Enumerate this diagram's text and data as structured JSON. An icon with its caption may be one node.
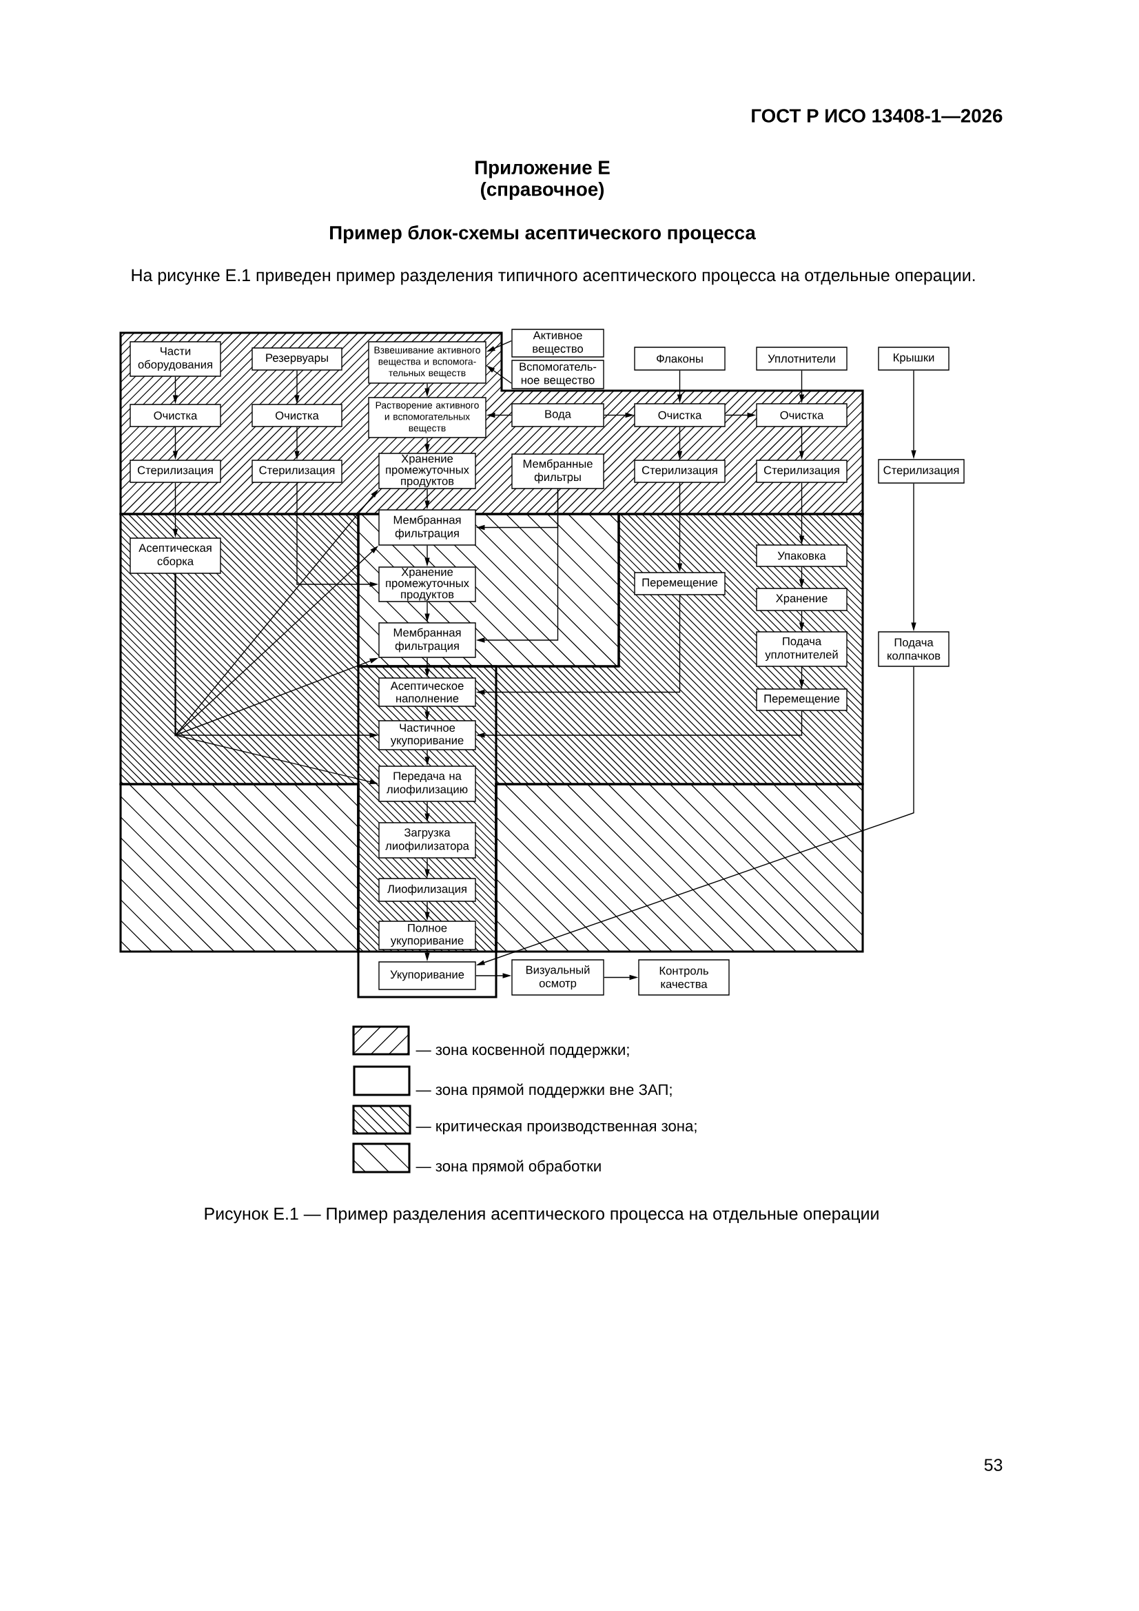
{
  "diagram": {
    "title": "Пример блок-схемы асептического процесса",
    "caption": "Рисунок Е.1 — Пример разделения асептического процесса на отдельные операции",
    "nodes": [
      {
        "text": [
          "Части оборудования"
        ]
      },
      {
        "text": [
          "Резервуары"
        ]
      },
      {
        "text": [
          "Взвешивание активного вещества и вспомога- тельных веществ"
        ]
      },
      {
        "text": [
          "Активное вещество"
        ]
      },
      {
        "text": [
          "Вспомогатель- ное вещество"
        ]
      },
      {
        "text": [
          "Флаконы"
        ]
      },
      {
        "text": [
          "Уплотнители"
        ]
      },
      {
        "text": [
          "Крышки"
        ]
      },
      {
        "text": [
          "Очистка"
        ]
      },
      {
        "text": [
          "Очистка"
        ]
      },
      {
        "text": [
          "Растворение активного и вспомогательных веществ"
        ]
      },
      {
        "text": [
          "Вода"
        ]
      },
      {
        "text": [
          "Очистка"
        ]
      },
      {
        "text": [
          "Очистка"
        ]
      },
      {
        "text": [
          "Стерилизация"
        ]
      },
      {
        "text": [
          "Стерилизация"
        ]
      },
      {
        "text": [
          "Хранение промежуточных продуктов"
        ]
      },
      {
        "text": [
          "Мембранные фильтры"
        ]
      },
      {
        "text": [
          "Стерилизация"
        ]
      },
      {
        "text": [
          "Стерилизация"
        ]
      },
      {
        "text": [
          "Стерилизация"
        ]
      },
      {
        "text": [
          "Мембранная фильтрация"
        ]
      },
      {
        "text": [
          "Асептическая сборка"
        ]
      },
      {
        "text": [
          "Упаковка"
        ]
      },
      {
        "text": [
          "Хранение промежуточных продуктов"
        ]
      },
      {
        "text": [
          "Перемещение"
        ]
      },
      {
        "text": [
          "Хранение"
        ]
      },
      {
        "text": [
          "Мембранная фильтрация"
        ]
      },
      {
        "text": [
          "Подача уплотнителей"
        ]
      },
      {
        "text": [
          "Подача колпачков"
        ]
      },
      {
        "text": [
          "Асептическое наполнение"
        ]
      },
      {
        "text": [
          "Перемещение"
        ]
      },
      {
        "text": [
          "Частичное укупоривание"
        ]
      },
      {
        "text": [
          "Передача на лиофилизацию"
        ]
      },
      {
        "text": [
          "Загрузка лиофилизатора"
        ]
      },
      {
        "text": [
          "Лиофилизация"
        ]
      },
      {
        "text": [
          "Полное укупоривание"
        ]
      },
      {
        "text": [
          "Укупоривание"
        ]
      },
      {
        "text": [
          "Визуальный осмотр"
        ]
      },
      {
        "text": [
          "Контроль качества"
        ]
      }
    ],
    "edges": [
      {
        "from": 0,
        "to": 8,
        "arrow": "to"
      },
      {
        "from": 8,
        "to": 14,
        "arrow": "to"
      },
      {
        "from": 14,
        "to": 22,
        "arrow": "to"
      },
      {
        "from": 1,
        "to": 9,
        "arrow": "to"
      },
      {
        "from": 9,
        "to": 15,
        "arrow": "to"
      },
      {
        "from": 15,
        "to": 24,
        "arrow": "to"
      },
      {
        "from": 3,
        "to": 2,
        "arrow": "to"
      },
      {
        "from": 4,
        "to": 2,
        "arrow": "to"
      },
      {
        "from": 2,
        "to": 10,
        "arrow": "to"
      },
      {
        "from": 11,
        "to": 10,
        "arrow": "to"
      },
      {
        "from": 11,
        "to": 12,
        "arrow": "to"
      },
      {
        "from": 12,
        "to": 13,
        "arrow": "to"
      },
      {
        "from": 10,
        "to": 16,
        "arrow": "to"
      },
      {
        "from": 16,
        "to": 21,
        "arrow": "to"
      },
      {
        "from": 17,
        "to": 21,
        "arrow": "to"
      },
      {
        "from": 17,
        "to": 27,
        "arrow": "to"
      },
      {
        "from": 21,
        "to": 24,
        "arrow": "to"
      },
      {
        "from": 24,
        "to": 27,
        "arrow": "to"
      },
      {
        "from": 27,
        "to": 30,
        "arrow": "to"
      },
      {
        "from": 30,
        "to": 32,
        "arrow": "to"
      },
      {
        "from": 32,
        "to": 33,
        "arrow": "to"
      },
      {
        "from": 33,
        "to": 34,
        "arrow": "to"
      },
      {
        "from": 34,
        "to": 35,
        "arrow": "to"
      },
      {
        "from": 35,
        "to": 36,
        "arrow": "to"
      },
      {
        "from": 36,
        "to": 37,
        "arrow": "to"
      },
      {
        "from": 37,
        "to": 38,
        "arrow": "to"
      },
      {
        "from": 38,
        "to": 39,
        "arrow": "to"
      },
      {
        "from": 5,
        "to": 12,
        "arrow": "to"
      },
      {
        "from": 12,
        "to": 18,
        "arrow": "to"
      },
      {
        "from": 18,
        "to": 25,
        "arrow": "to"
      },
      {
        "from": 25,
        "to": 30,
        "arrow": "to"
      },
      {
        "from": 6,
        "to": 13,
        "arrow": "to"
      },
      {
        "from": 13,
        "to": 19,
        "arrow": "to"
      },
      {
        "from": 19,
        "to": 23,
        "arrow": "to"
      },
      {
        "from": 23,
        "to": 26,
        "arrow": "to"
      },
      {
        "from": 26,
        "to": 28,
        "arrow": "to"
      },
      {
        "from": 28,
        "to": 31,
        "arrow": "to"
      },
      {
        "from": 31,
        "to": 32,
        "arrow": "to"
      },
      {
        "from": 7,
        "to": 20,
        "arrow": "to"
      },
      {
        "from": 20,
        "to": 29,
        "arrow": "to"
      },
      {
        "from": 29,
        "to": 37,
        "arrow": "to"
      },
      {
        "from": 22,
        "to": 16,
        "arrow": "to"
      },
      {
        "from": 22,
        "to": 21,
        "arrow": "to"
      },
      {
        "from": 22,
        "to": 27,
        "arrow": "to"
      },
      {
        "from": 22,
        "to": 32,
        "arrow": "to"
      },
      {
        "from": 22,
        "to": 33,
        "arrow": "to"
      }
    ],
    "labels": [
      "ГОСТ Р ИСО 13408-1—2026",
      "Приложение Е",
      "(справочное)",
      "На рисунке Е.1 приведен пример разделения типичного асептического процесса на отдельные операции.",
      "53"
    ],
    "legend": [
      {
        "text": "— зона косвенной поддержки;"
      },
      {
        "text": "— зона прямой поддержки вне ЗАП;"
      },
      {
        "text": "— критическая производственная зона;"
      },
      {
        "text": "— зона прямой обработки"
      }
    ]
  }
}
